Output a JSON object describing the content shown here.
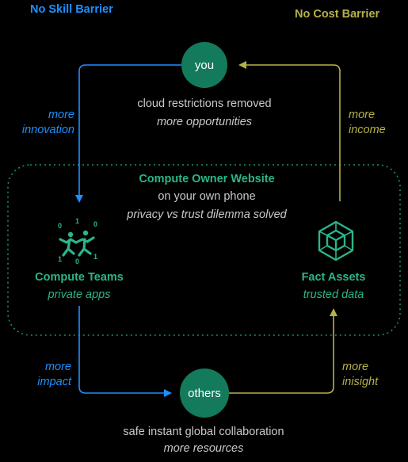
{
  "header": {
    "left": "No Skill Barrier",
    "right": "No Cost Barrier"
  },
  "nodes": {
    "you": "you",
    "others": "others"
  },
  "top_caption": {
    "line1": "cloud restrictions removed",
    "line2": "more opportunities"
  },
  "bottom_caption": {
    "line1": "safe instant global collaboration",
    "line2": "more resources"
  },
  "website": {
    "title": "Compute Owner Website",
    "line1": "on your own phone",
    "line2": "privacy vs trust dilemma solved"
  },
  "teams": {
    "title": "Compute Teams",
    "subtitle": "private apps",
    "binary": [
      "0",
      "1",
      "0",
      "1",
      "0",
      "1"
    ]
  },
  "assets": {
    "title": "Fact Assets",
    "subtitle": "trusted data"
  },
  "edge_labels": {
    "innovation": [
      "more",
      "innovation"
    ],
    "income": [
      "more",
      "income"
    ],
    "impact": [
      "more",
      "impact"
    ],
    "insight": [
      "more",
      "inisight"
    ]
  },
  "colors": {
    "blue": "#1e90ff",
    "olive": "#b5b24a",
    "teal": "#2bb58a",
    "node_fill": "#137a5c",
    "box_border": "#1f8f5f"
  },
  "icons": {
    "teams": "people-icon",
    "assets": "cube-icon"
  }
}
